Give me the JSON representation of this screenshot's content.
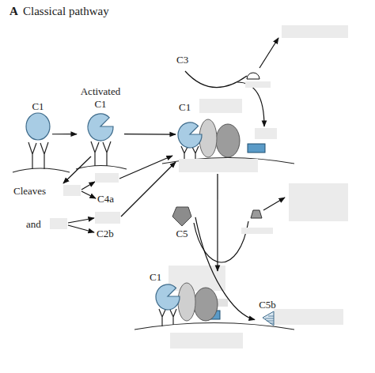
{
  "diagram": {
    "title": "Classical pathway",
    "nodes": [
      {
        "text": [
          "C1"
        ]
      },
      {
        "text": [
          "Activated C1"
        ]
      },
      {
        "text": [
          "C1"
        ]
      },
      {
        "text": [
          "C5"
        ]
      },
      {
        "text": [
          "C1"
        ]
      },
      {
        "text": [
          "C5b"
        ]
      }
    ],
    "edges": [
      {
        "from": 0,
        "to": 1,
        "arrow": "to"
      },
      {
        "from": 1,
        "to": 2,
        "arrow": "to"
      },
      {
        "from": 2,
        "to": 4,
        "arrow": "to"
      },
      {
        "from": 3,
        "to": 5,
        "arrow": "to"
      }
    ],
    "labels": [
      "A",
      "C3",
      "Cleaves",
      "C4a",
      "and",
      "C2b"
    ]
  }
}
